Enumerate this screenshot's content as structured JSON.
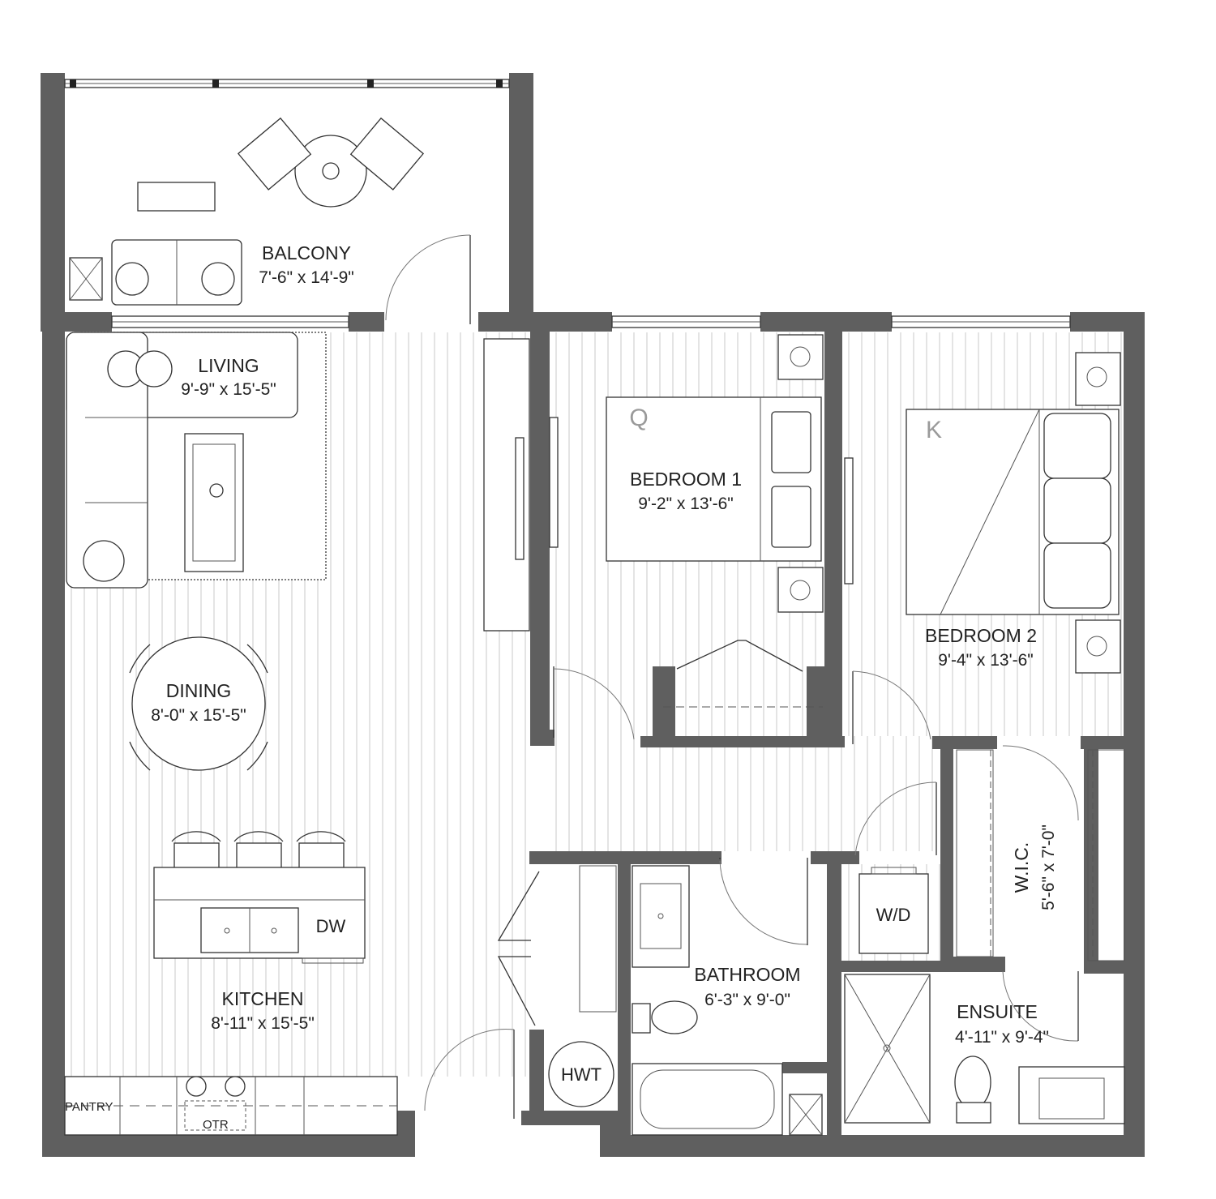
{
  "rooms": {
    "balcony": {
      "name": "BALCONY",
      "dims": "7'-6\" x 14'-9\""
    },
    "living": {
      "name": "LIVING",
      "dims": "9'-9\" x 15'-5\""
    },
    "dining": {
      "name": "DINING",
      "dims": "8'-0\" x 15'-5\""
    },
    "kitchen": {
      "name": "KITCHEN",
      "dims": "8'-11\" x 15'-5\""
    },
    "bedroom1": {
      "name": "BEDROOM 1",
      "dims": "9'-2\" x 13'-6\""
    },
    "bedroom2": {
      "name": "BEDROOM 2",
      "dims": "9'-4\" x 13'-6\""
    },
    "bathroom": {
      "name": "BATHROOM",
      "dims": "6'-3\" x 9'-0\""
    },
    "ensuite": {
      "name": "ENSUITE",
      "dims": "4'-11\" x 9'-4\""
    },
    "wic": {
      "name": "W.I.C.",
      "dims": "5'-6\" x 7'-0\""
    }
  },
  "fixtures": {
    "dishwasher": "DW",
    "washer_dryer": "W/D",
    "hot_water_tank": "HWT",
    "pantry": "PANTRY",
    "over_the_range": "OTR",
    "queen_bed": "Q",
    "king_bed": "K"
  },
  "colors": {
    "wall": "#5f5f5f",
    "floor_lines": "#c9c9c9",
    "text": "#222222",
    "bed_letter": "#9a9a9a"
  }
}
